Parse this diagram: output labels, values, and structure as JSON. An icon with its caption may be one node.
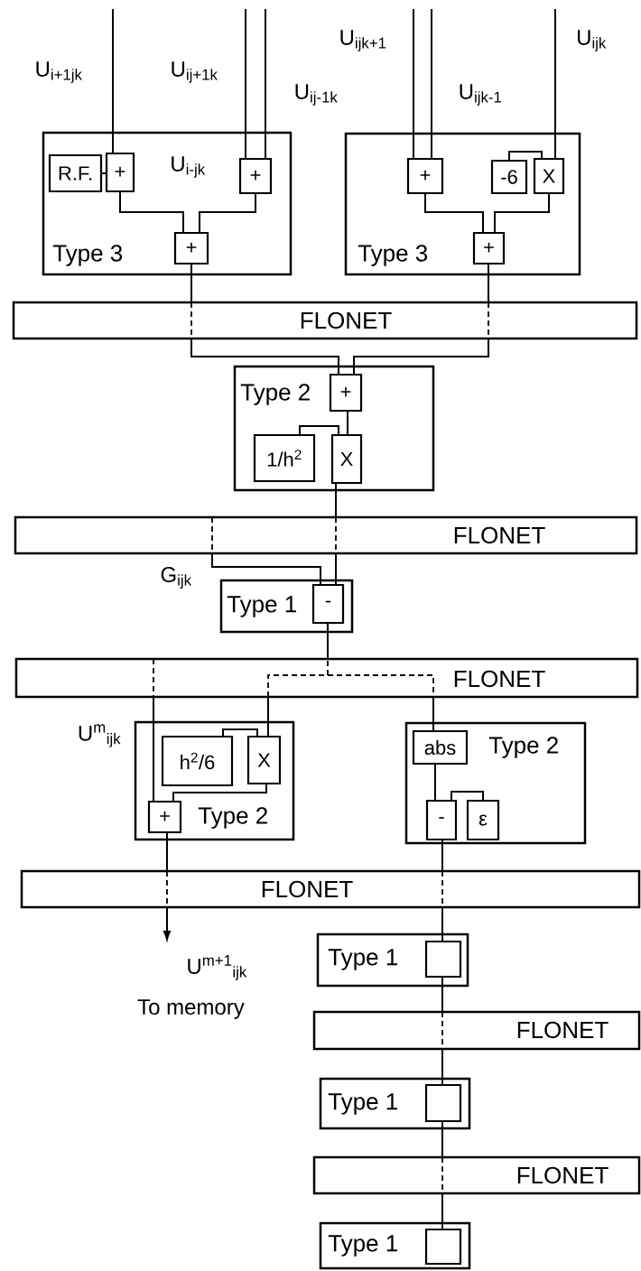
{
  "diagram": {
    "nodes": [
      {
        "text": [
          "Type 3"
        ]
      },
      {
        "text": [
          "R.F."
        ],
        "in": 0
      },
      {
        "text": [
          "+"
        ],
        "in": 0
      },
      {
        "text": [
          "+"
        ],
        "in": 0
      },
      {
        "text": [
          "+"
        ],
        "in": 0
      },
      {
        "text": [
          "Type 3"
        ]
      },
      {
        "text": [
          "+"
        ],
        "in": 5
      },
      {
        "text": [
          "-6"
        ],
        "in": 5
      },
      {
        "text": [
          "X"
        ],
        "in": 5
      },
      {
        "text": [
          "+"
        ],
        "in": 5
      },
      {
        "text": [
          "FLONET"
        ]
      },
      {
        "text": [
          "Type 2"
        ]
      },
      {
        "text": [
          "+"
        ],
        "in": 11
      },
      {
        "text": [
          "1/h$^{2}$"
        ],
        "in": 11
      },
      {
        "text": [
          "X"
        ],
        "in": 11
      },
      {
        "text": [
          "FLONET"
        ]
      },
      {
        "text": [
          "Type 1"
        ]
      },
      {
        "text": [
          "-"
        ],
        "in": 16
      },
      {
        "text": [
          "FLONET"
        ]
      },
      {
        "text": [
          "Type 2"
        ]
      },
      {
        "text": [
          "h$^{2}$/6"
        ],
        "in": 19
      },
      {
        "text": [
          "X"
        ],
        "in": 19
      },
      {
        "text": [
          "+"
        ],
        "in": 19
      },
      {
        "text": [
          "Type 2"
        ]
      },
      {
        "text": [
          "abs"
        ],
        "in": 23
      },
      {
        "text": [
          "-"
        ],
        "in": 23
      },
      {
        "text": [
          "ε"
        ],
        "in": 23
      },
      {
        "text": [
          "FLONET"
        ]
      },
      {
        "text": [
          "U$^{m+1}$$_{ijk}$",
          "To memory"
        ]
      },
      {
        "text": [
          "Type 1"
        ]
      },
      {
        "text": [],
        "shape": "box",
        "in": 29
      },
      {
        "text": [
          "FLONET"
        ]
      },
      {
        "text": [
          "Type 1"
        ]
      },
      {
        "text": [],
        "shape": "box",
        "in": 32
      },
      {
        "text": [
          "FLONET"
        ]
      },
      {
        "text": [
          "Type 1"
        ]
      },
      {
        "text": [],
        "shape": "box",
        "in": 35
      }
    ],
    "edges": [
      {
        "from": null,
        "to": 2,
        "arrow": "none",
        "label": "U$_{i+1jk}$"
      },
      {
        "from": null,
        "to": 3,
        "arrow": "none",
        "label": "U$_{ij+1k}$"
      },
      {
        "from": null,
        "to": 3,
        "arrow": "none",
        "label": "U$_{ij-1k}$"
      },
      {
        "from": null,
        "to": 6,
        "arrow": "none",
        "label": "U$_{ijk+1}$"
      },
      {
        "from": null,
        "to": 6,
        "arrow": "none",
        "label": "U$_{ijk-1}$"
      },
      {
        "from": null,
        "to": 8,
        "arrow": "none",
        "label": "U$_{ijk}$"
      },
      {
        "from": 1,
        "to": 2,
        "arrow": "none"
      },
      {
        "from": 2,
        "to": 4,
        "arrow": "none"
      },
      {
        "from": 3,
        "to": 4,
        "arrow": "none"
      },
      {
        "from": 6,
        "to": 9,
        "arrow": "none"
      },
      {
        "from": 7,
        "to": 8,
        "arrow": "none"
      },
      {
        "from": 8,
        "to": 9,
        "arrow": "none"
      },
      {
        "from": 4,
        "to": 10,
        "arrow": "none"
      },
      {
        "from": 9,
        "to": 10,
        "arrow": "none"
      },
      {
        "from": 10,
        "to": 12,
        "arrow": "none"
      },
      {
        "from": 10,
        "to": 12,
        "arrow": "none"
      },
      {
        "from": 12,
        "to": 14,
        "arrow": "none"
      },
      {
        "from": 13,
        "to": 14,
        "arrow": "none"
      },
      {
        "from": 14,
        "to": 15,
        "arrow": "none"
      },
      {
        "from": 15,
        "to": 17,
        "arrow": "none",
        "label": "G$_{ijk}$"
      },
      {
        "from": 15,
        "to": 17,
        "arrow": "none"
      },
      {
        "from": 17,
        "to": 18,
        "arrow": "none"
      },
      {
        "from": 18,
        "to": 22,
        "arrow": "none",
        "label": "U$^{m}$$_{ijk}$"
      },
      {
        "from": 18,
        "to": 21,
        "arrow": "none"
      },
      {
        "from": 18,
        "to": 24,
        "arrow": "none"
      },
      {
        "from": 20,
        "to": 21,
        "arrow": "none"
      },
      {
        "from": 21,
        "to": 22,
        "arrow": "none"
      },
      {
        "from": 24,
        "to": 25,
        "arrow": "none"
      },
      {
        "from": 26,
        "to": 25,
        "arrow": "none"
      },
      {
        "from": 22,
        "to": 27,
        "arrow": "none"
      },
      {
        "from": 25,
        "to": 27,
        "arrow": "none"
      },
      {
        "from": 27,
        "to": 28,
        "arrow": "to"
      },
      {
        "from": 27,
        "to": 30,
        "arrow": "none"
      },
      {
        "from": 30,
        "to": 31,
        "arrow": "none"
      },
      {
        "from": 31,
        "to": 33,
        "arrow": "none"
      },
      {
        "from": 33,
        "to": 34,
        "arrow": "none"
      },
      {
        "from": 34,
        "to": 36,
        "arrow": "none"
      }
    ],
    "labels": [
      "U$_{i-jk}$"
    ]
  }
}
